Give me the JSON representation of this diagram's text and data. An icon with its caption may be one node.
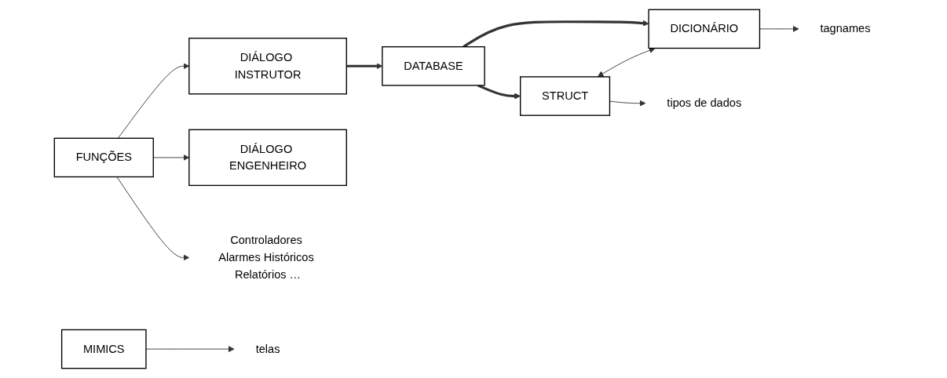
{
  "diagram": {
    "nodes": [
      {
        "text": [
          "FUNÇÕES"
        ]
      },
      {
        "text": [
          "DIÁLOGO INSTRUTOR"
        ]
      },
      {
        "text": [
          "DIÁLOGO ENGENHEIRO"
        ]
      },
      {
        "text": [
          "DATABASE"
        ]
      },
      {
        "text": [
          "STRUCT"
        ]
      },
      {
        "text": [
          "DICIONÁRIO"
        ]
      },
      {
        "text": [
          "Controladores Alarmes Históricos Relatórios …"
        ]
      },
      {
        "text": [
          "tipos de dados"
        ]
      },
      {
        "text": [
          "tagnames"
        ]
      },
      {
        "text": [
          "MIMICS"
        ]
      },
      {
        "text": [
          "telas"
        ]
      }
    ],
    "edges": [
      {
        "from": 0,
        "to": 1,
        "arrow": "to"
      },
      {
        "from": 0,
        "to": 2,
        "arrow": "to"
      },
      {
        "from": 0,
        "to": 6,
        "arrow": "to"
      },
      {
        "from": 1,
        "to": 3,
        "arrow": "to",
        "style": "thick"
      },
      {
        "from": 3,
        "to": 4,
        "arrow": "to",
        "style": "thick"
      },
      {
        "from": 3,
        "to": 5,
        "arrow": "to",
        "style": "thick"
      },
      {
        "from": 4,
        "to": 5,
        "arrow": "both"
      },
      {
        "from": 4,
        "to": 7,
        "arrow": "to"
      },
      {
        "from": 5,
        "to": 8,
        "arrow": "to"
      },
      {
        "from": 9,
        "to": 10,
        "arrow": "to"
      }
    ]
  }
}
